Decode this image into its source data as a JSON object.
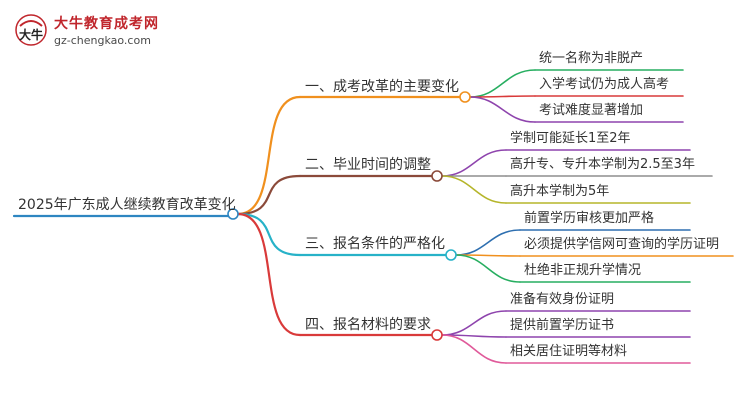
{
  "logo": {
    "title": "大牛教育成考网",
    "url": "gz-chengkao.com",
    "mark_text": "大牛"
  },
  "root": {
    "label": "2025年广东成人继续教育改革变化",
    "color": "#2e86c1"
  },
  "branches": [
    {
      "label": "一、成考改革的主要变化",
      "color": "#f0901e",
      "leaves": [
        {
          "label": "统一名称为非脱产",
          "color": "#27ae60"
        },
        {
          "label": "入学考试仍为成人高考",
          "color": "#d93a3a"
        },
        {
          "label": "考试难度显著增加",
          "color": "#8e44ad"
        }
      ]
    },
    {
      "label": "二、毕业时间的调整",
      "color": "#8b4a3a",
      "leaves": [
        {
          "label": "学制可能延长1至2年",
          "color": "#8e44ad"
        },
        {
          "label": "高升专、专升本学制为2.5至3年",
          "color": "#8e8e8e"
        },
        {
          "label": "高升本学制为5年",
          "color": "#b5b52a"
        }
      ]
    },
    {
      "label": "三、报名条件的严格化",
      "color": "#27b2c8",
      "leaves": [
        {
          "label": "前置学历审核更加严格",
          "color": "#2e6fb0"
        },
        {
          "label": "必须提供学信网可查询的学历证明",
          "color": "#f0901e"
        },
        {
          "label": "杜绝非正规升学情况",
          "color": "#27ae60"
        }
      ]
    },
    {
      "label": "四、报名材料的要求",
      "color": "#d93a3a",
      "leaves": [
        {
          "label": "准备有效身份证明",
          "color": "#8e44ad"
        },
        {
          "label": "提供前置学历证书",
          "color": "#8e44ad"
        },
        {
          "label": "相关居住证明等材料",
          "color": "#e05a9a"
        }
      ]
    }
  ]
}
